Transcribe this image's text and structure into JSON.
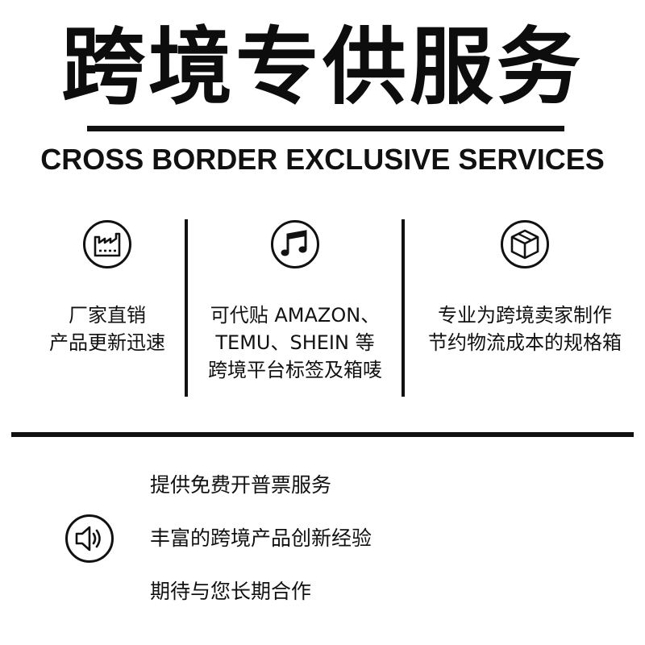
{
  "header": {
    "title": "跨境专供服务",
    "subtitle": "CROSS BORDER EXCLUSIVE SERVICES"
  },
  "features": [
    {
      "icon": "factory-icon",
      "lines": [
        "厂家直销",
        "产品更新迅速"
      ]
    },
    {
      "icon": "music-note-icon",
      "lines": [
        "可代贴 AMAZON、",
        "TEMU、SHEIN 等",
        "跨境平台标签及箱唛"
      ]
    },
    {
      "icon": "box-icon",
      "lines": [
        "专业为跨境卖家制作",
        "节约物流成本的规格箱"
      ]
    }
  ],
  "services": {
    "icon": "speaker-icon",
    "lines": [
      "提供免费开普票服务",
      "丰富的跨境产品创新经验",
      "期待与您长期合作"
    ]
  }
}
